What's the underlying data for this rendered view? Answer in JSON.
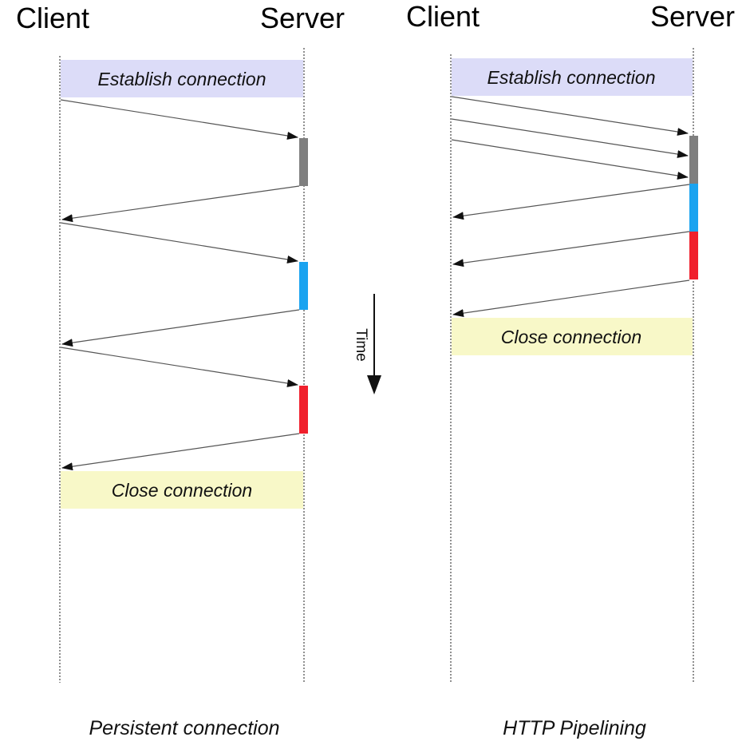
{
  "colors": {
    "establish_fill": "#dcdcf8",
    "close_fill": "#f8f8c8",
    "request_bar": "#7f7f7f",
    "response1_bar": "#1aa3f0",
    "response2_bar": "#f0202c",
    "arrow": "#555555"
  },
  "left": {
    "client_label": "Client",
    "server_label": "Server",
    "establish_label": "Establish connection",
    "close_label": "Close connection",
    "caption": "Persistent connection"
  },
  "right": {
    "client_label": "Client",
    "server_label": "Server",
    "establish_label": "Establish connection",
    "close_label": "Close connection",
    "caption": "HTTP Pipelining"
  },
  "time_label": "Time"
}
